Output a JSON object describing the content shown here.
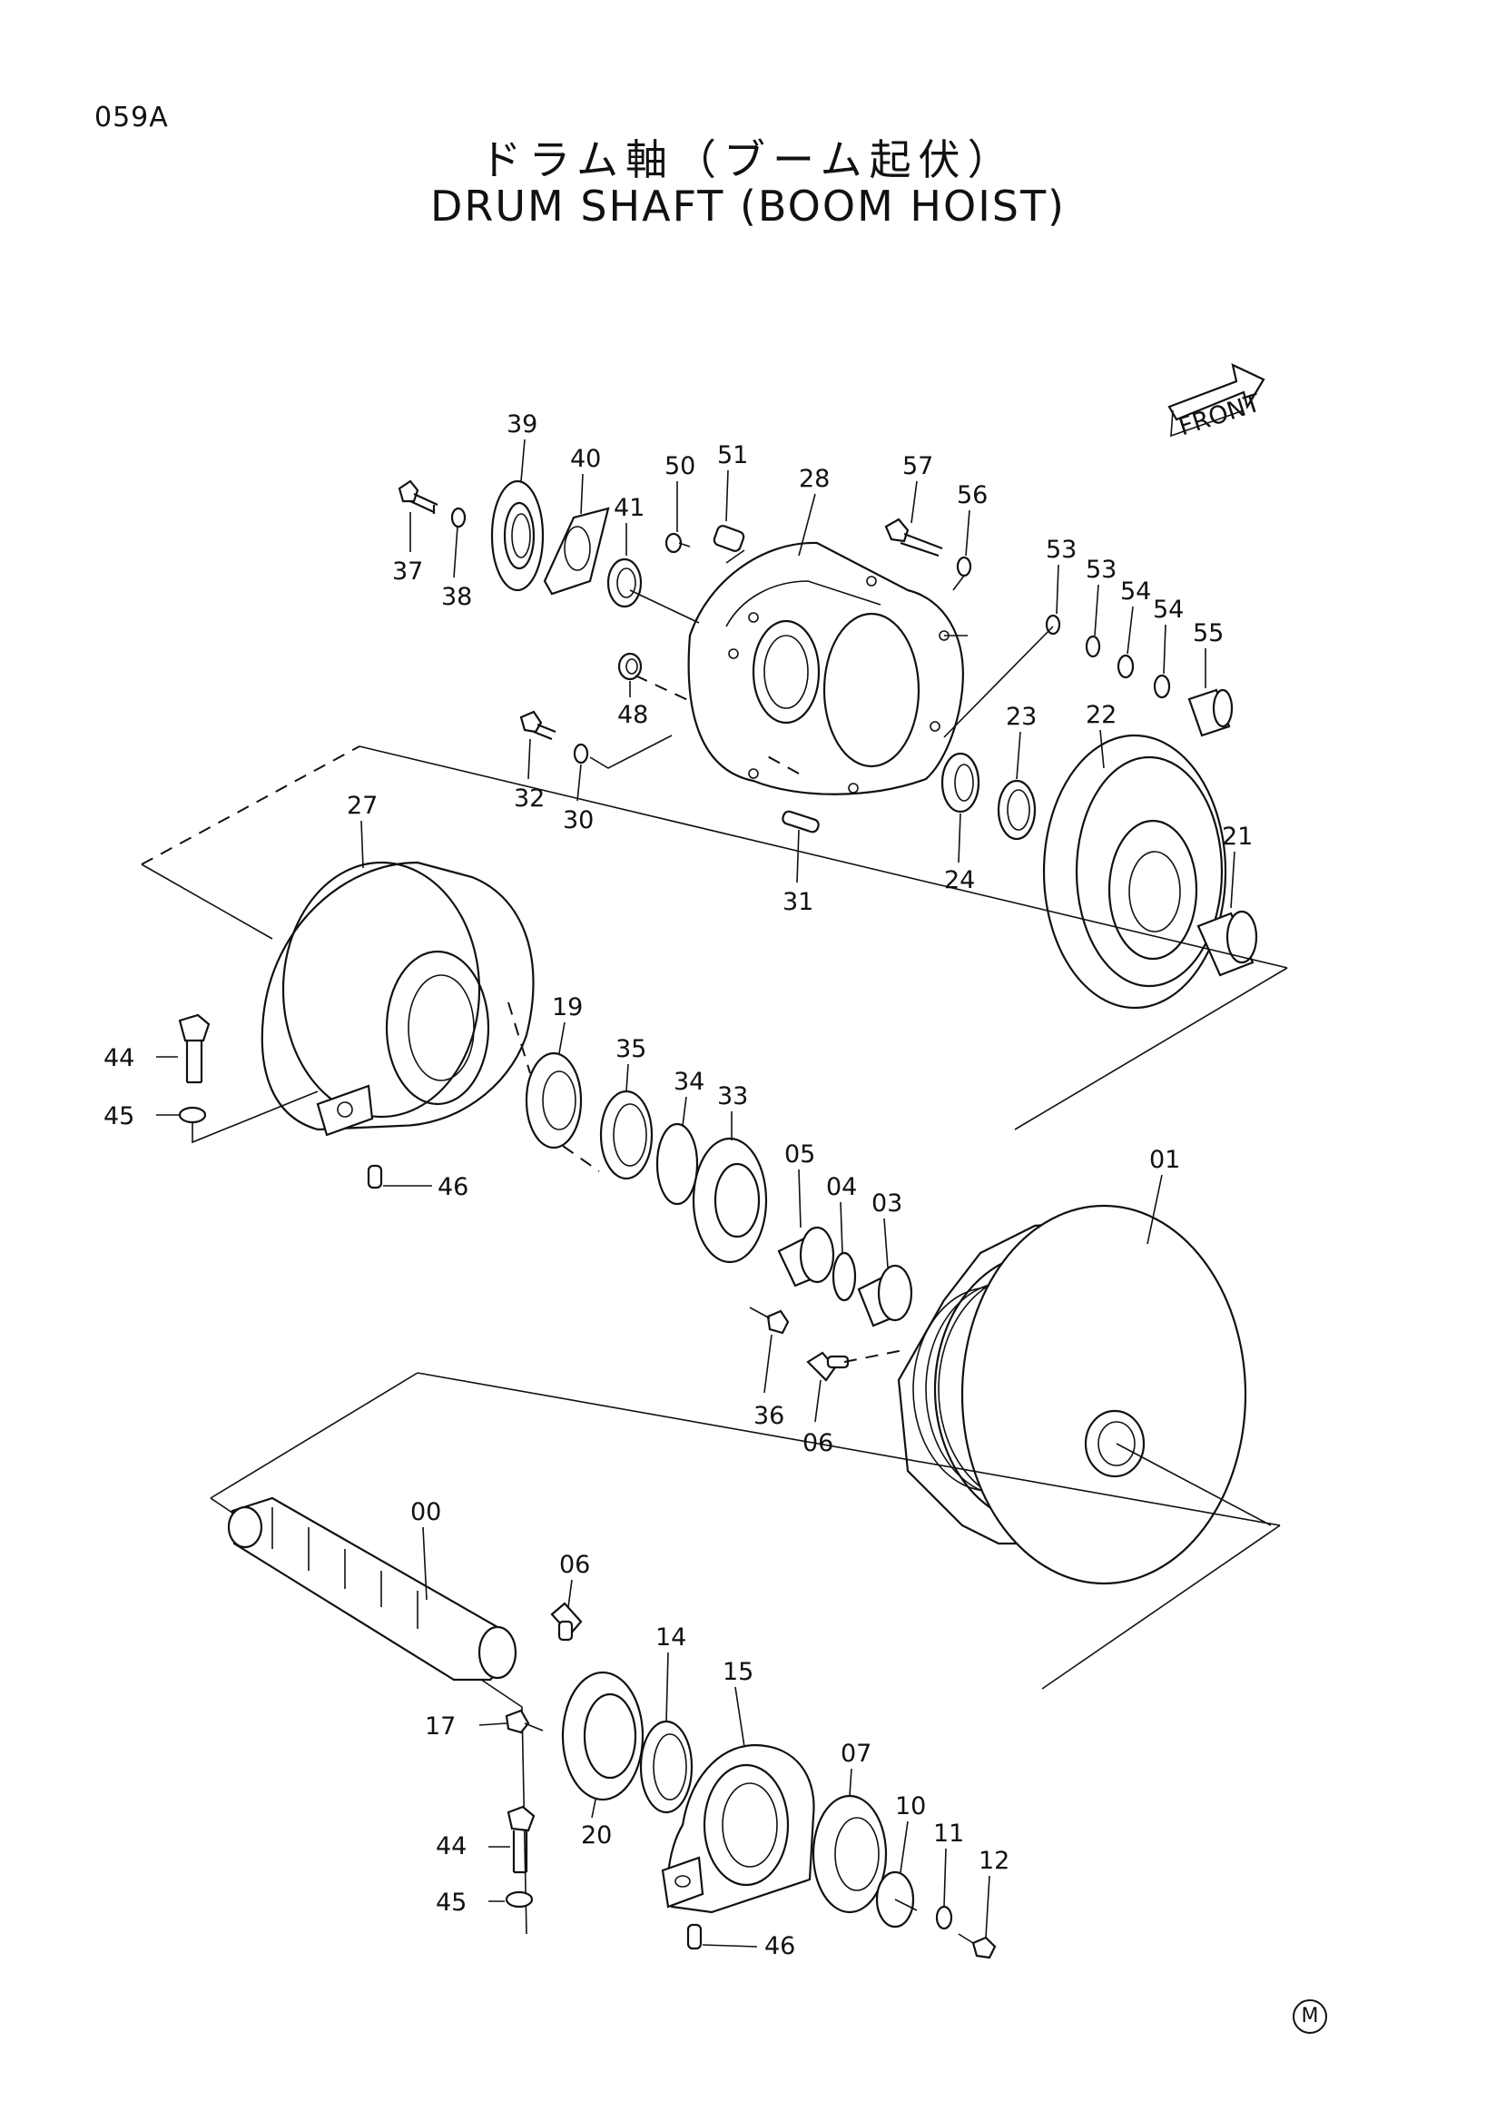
{
  "header": {
    "page_code": "059A",
    "title_japanese": "ドラム軸（ブーム起伏）",
    "title_english": "DRUM SHAFT (BOOM HOIST)"
  },
  "front_indicator": {
    "label": "FRONT"
  },
  "footer": {
    "mark": "M"
  },
  "callouts": {
    "c39": "39",
    "c40": "40",
    "c41": "41",
    "c50": "50",
    "c51": "51",
    "c28": "28",
    "c57": "57",
    "c56": "56",
    "c37": "37",
    "c38": "38",
    "c53a": "53",
    "c53b": "53",
    "c54a": "54",
    "c54b": "54",
    "c55": "55",
    "c48": "48",
    "c23": "23",
    "c22": "22",
    "c32": "32",
    "c30": "30",
    "c27": "27",
    "c31": "31",
    "c24": "24",
    "c21": "21",
    "c19": "19",
    "c35": "35",
    "c34": "34",
    "c33": "33",
    "c44a": "44",
    "c45a": "45",
    "c46a": "46",
    "c05": "05",
    "c04": "04",
    "c03": "03",
    "c01": "01",
    "c36": "36",
    "c06a": "06",
    "c00": "00",
    "c06b": "06",
    "c14": "14",
    "c15": "15",
    "c17": "17",
    "c20": "20",
    "c07": "07",
    "c44b": "44",
    "c10": "10",
    "c11": "11",
    "c12": "12",
    "c45b": "45",
    "c46b": "46"
  }
}
